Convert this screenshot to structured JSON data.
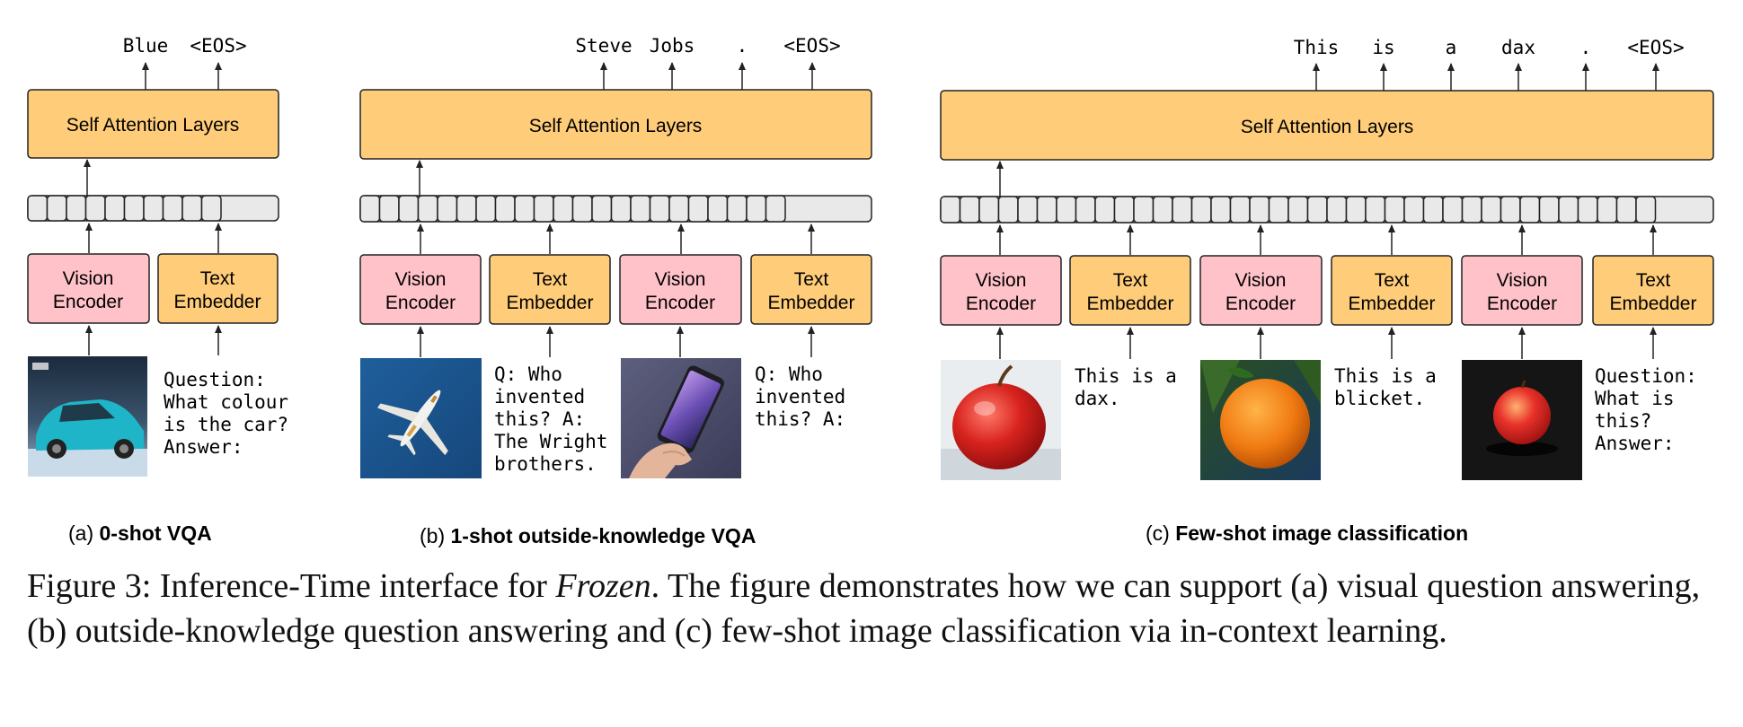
{
  "colors": {
    "attention": "#ffcd7a",
    "text_embedder": "#ffcd7a",
    "vision_encoder": "#ffc2c8",
    "token": "#e9e9e9",
    "stroke": "#222222"
  },
  "labels": {
    "self_attention": "Self Attention Layers",
    "vision_line1": "Vision",
    "vision_line2": "Encoder",
    "text_line1": "Text",
    "text_line2": "Embedder"
  },
  "panels": {
    "a": {
      "outputs": [
        "Blue",
        "<EOS>"
      ],
      "prompt": [
        "Question:",
        "What colour",
        "is the car?",
        "Answer:"
      ],
      "caption_prefix": "(a)",
      "caption_bold": "0-shot VQA",
      "image_icon": "blue-car-photo"
    },
    "b": {
      "outputs": [
        "Steve",
        "Jobs",
        ".",
        "<EOS>"
      ],
      "prompt1": [
        "Q: Who",
        "invented",
        "this? A:",
        "The Wright",
        "brothers."
      ],
      "prompt2": [
        "Q: Who",
        "invented",
        "this? A:"
      ],
      "caption_prefix": "(b)",
      "caption_bold": "1-shot outside-knowledge VQA",
      "image1_icon": "airplane-photo",
      "image2_icon": "smartphone-photo"
    },
    "c": {
      "outputs": [
        "This",
        "is",
        "a",
        "dax",
        ".",
        "<EOS>"
      ],
      "prompt1": [
        "This is a",
        "dax."
      ],
      "prompt2": [
        "This is a",
        "blicket."
      ],
      "prompt3": [
        "Question:",
        "What is",
        "this?",
        "Answer:"
      ],
      "caption_prefix": "(c)",
      "caption_bold": "Few-shot image classification",
      "image1_icon": "red-apple-photo",
      "image2_icon": "orange-photo",
      "image3_icon": "small-apple-photo"
    }
  },
  "caption": {
    "label": "Figure 3:",
    "before": "Inference-Time interface for",
    "model": "Frozen",
    "after": ". The figure demonstrates how we can support (a) visual question answering, (b) outside-knowledge question answering and (c) few-shot image classification via in-context learning."
  }
}
